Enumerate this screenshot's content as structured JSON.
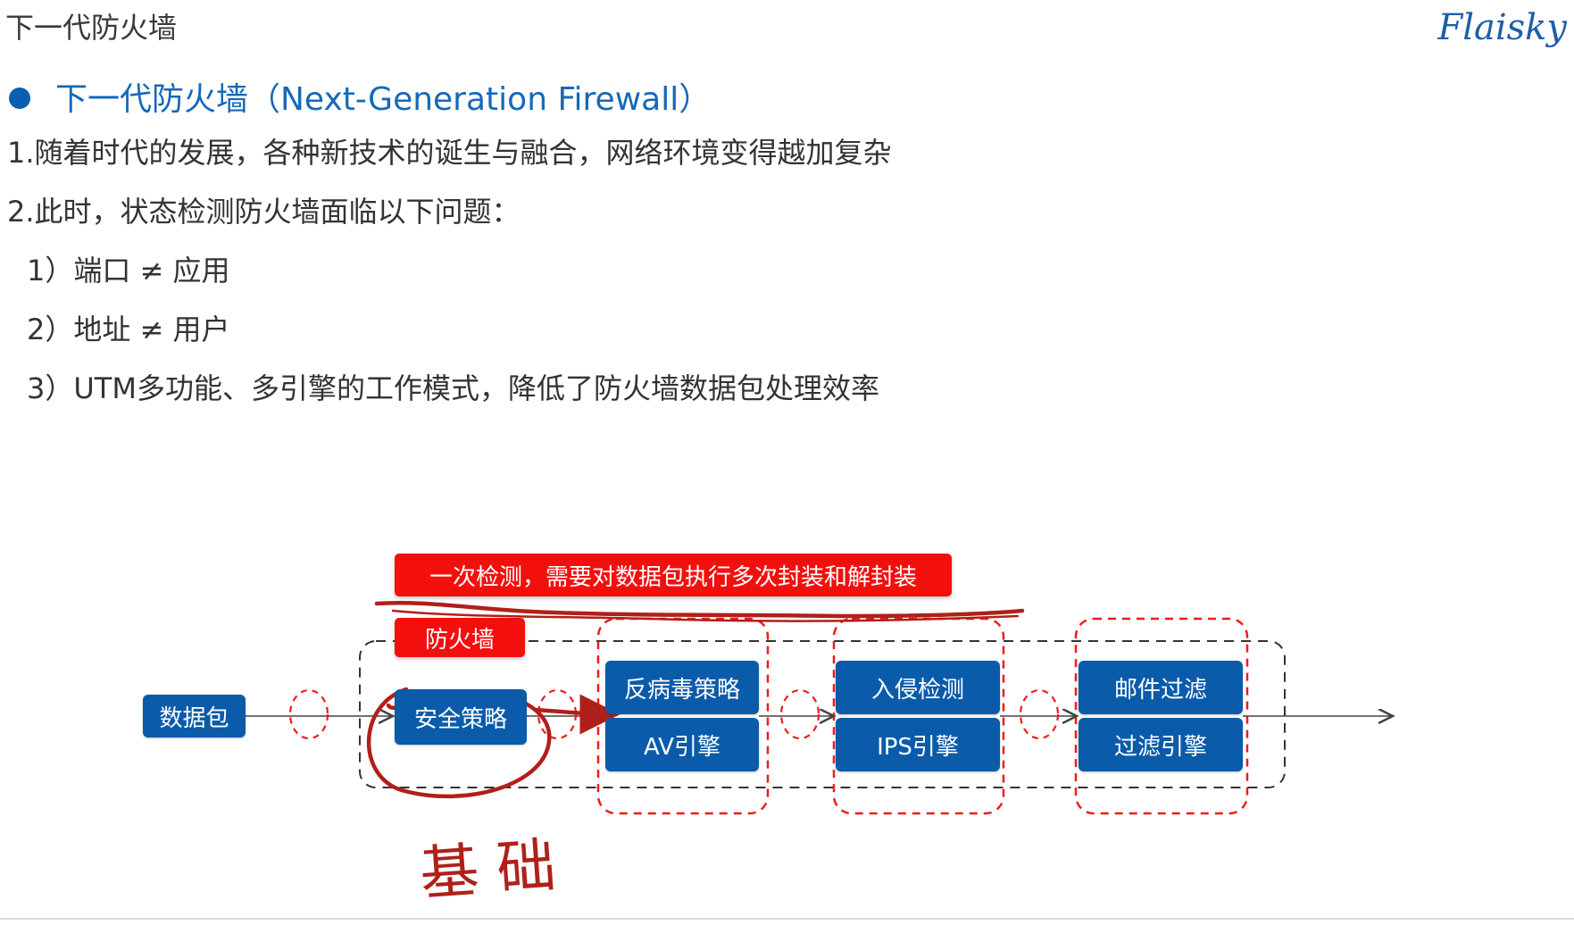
{
  "header": {
    "title": "下一代防火墙",
    "brand": "Flaisky"
  },
  "subtitle": "下一代防火墙（Next-Generation Firewall）",
  "body": {
    "line1": "1.随着时代的发展，各种新技术的诞生与融合，网络环境变得越加复杂",
    "line2": "2.此时，状态检测防火墙面临以下问题：",
    "item1": "1）端口 ≠ 应用",
    "item2": "2）地址 ≠ 用户",
    "item3": "3）UTM多功能、多引擎的工作模式，降低了防火墙数据包处理效率"
  },
  "diagram": {
    "callout": "一次检测，需要对数据包执行多次封装和解封装",
    "firewall_label": "防火墙",
    "packet": "数据包",
    "security_policy": "安全策略",
    "av_policy": "反病毒策略",
    "av_engine": "AV引擎",
    "intrusion_detection": "入侵检测",
    "ips_engine": "IPS引擎",
    "mail_filter": "邮件过滤",
    "filter_engine": "过滤引擎",
    "handwritten_note": "基础"
  },
  "colors": {
    "accent_blue": "#0b5bab",
    "highlight_red": "#f40f0f",
    "annotation_red": "#b0201a"
  }
}
